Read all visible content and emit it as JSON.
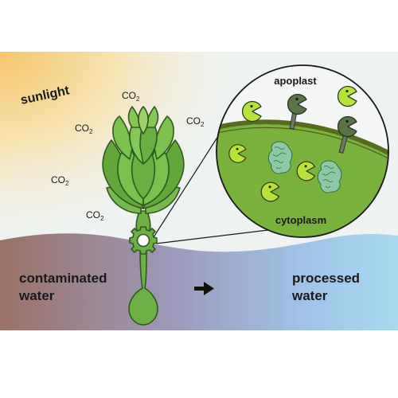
{
  "labels": {
    "sunlight": "sunlight",
    "co2_main": "CO",
    "co2_sub": "2",
    "apoplast": "apoplast",
    "cytoplasm": "cytoplasm",
    "contaminated_line1": "contaminated",
    "contaminated_line2": "water",
    "processed_line1": "processed",
    "processed_line2": "water"
  },
  "co2_count": 5,
  "icons": {
    "flow_arrow": "right-arrow-icon",
    "pacman": "pacman-enzyme-icon",
    "protein": "protein-icon"
  },
  "colors": {
    "plant_green": "#6fb046",
    "plant_dark": "#2f5a1f",
    "cytoplasm": "#7ab23e",
    "membrane": "#566b1e",
    "pacman_light": "#b8e43a",
    "pacman_dark": "#5c7349",
    "protein": "#8cc9a4",
    "water_left": "#9e7570",
    "water_right": "#a9d8ef",
    "sky": "#eef3f2",
    "sun": "#f6d48a"
  }
}
